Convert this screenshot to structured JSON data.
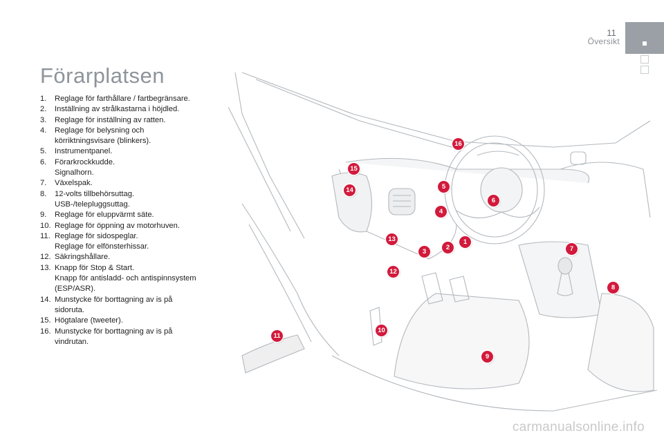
{
  "header": {
    "page_number": "11",
    "section": "Översikt"
  },
  "title": "Förarplatsen",
  "legend": [
    {
      "num": "1.",
      "lines": [
        "Reglage för farthållare / fartbegränsare."
      ]
    },
    {
      "num": "2.",
      "lines": [
        "Inställning av strålkastarna i höjdled."
      ]
    },
    {
      "num": "3.",
      "lines": [
        "Reglage för inställning av ratten."
      ]
    },
    {
      "num": "4.",
      "lines": [
        "Reglage för belysning och",
        "körriktningsvisare (blinkers)."
      ]
    },
    {
      "num": "5.",
      "lines": [
        "Instrumentpanel."
      ]
    },
    {
      "num": "6.",
      "lines": [
        "Förarkrockkudde.",
        "Signalhorn."
      ]
    },
    {
      "num": "7.",
      "lines": [
        "Växelspak."
      ]
    },
    {
      "num": "8.",
      "lines": [
        "12-volts tillbehörsuttag.",
        "USB-/telepluggsuttag."
      ]
    },
    {
      "num": "9.",
      "lines": [
        "Reglage för eluppvärmt säte."
      ]
    },
    {
      "num": "10.",
      "lines": [
        "Reglage för öppning av motorhuven."
      ]
    },
    {
      "num": "11.",
      "lines": [
        "Reglage för sidospeglar.",
        "Reglage för elfönsterhissar."
      ]
    },
    {
      "num": "12.",
      "lines": [
        "Säkringshållare."
      ]
    },
    {
      "num": "13.",
      "lines": [
        "Knapp för Stop & Start.",
        "Knapp för antisladd- och antispinnsystem",
        "(ESP/ASR)."
      ]
    },
    {
      "num": "14.",
      "lines": [
        "Munstycke för borttagning av is på",
        "sidoruta."
      ]
    },
    {
      "num": "15.",
      "lines": [
        "Högtalare (tweeter)."
      ]
    },
    {
      "num": "16.",
      "lines": [
        "Munstycke för borttagning av is på",
        "vindrutan."
      ]
    }
  ],
  "markers": [
    "1",
    "2",
    "3",
    "4",
    "5",
    "6",
    "7",
    "8",
    "9",
    "10",
    "11",
    "12",
    "13",
    "14",
    "15",
    "16"
  ],
  "colors": {
    "marker": "#d21a3c",
    "title": "#8d949a",
    "tab": "#9aa0a6"
  },
  "watermark": "carmanualsonline.info"
}
